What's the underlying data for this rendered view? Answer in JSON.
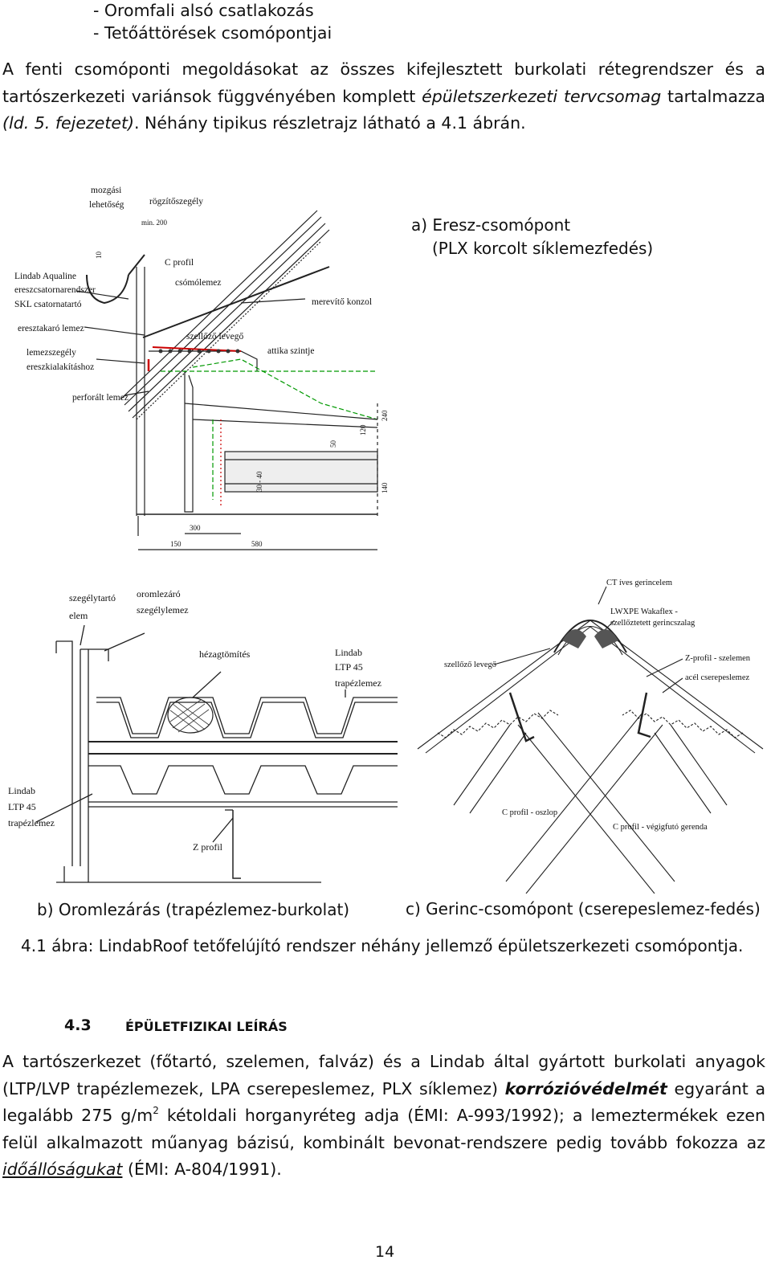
{
  "bullets": [
    "- Oromfali alsó csatlakozás",
    "- Tetőáttörések csomópontjai"
  ],
  "intro": {
    "line1": "A fenti csomóponti megoldásokat az összes kifejlesztett burkolati rétegrendszer és a",
    "line2_a": "tartószerkezeti variánsok függvényében komplett ",
    "line2_em": "épületszerkezeti tervcsomag",
    "line2_b": " tartalmazza",
    "line3_em": "(ld. 5. fejezetet)",
    "line3_b": ". Néhány tipikus részletrajz látható a 4.1 ábrán."
  },
  "figure": {
    "a_title": "a) Eresz-csomópont",
    "a_sub": "(PLX korcolt síklemezfedés)",
    "b_caption": "b) Oromlezárás (trapézlemez-burkolat)",
    "c_caption": "c) Gerinc-csomópont (cserepeslemez-fedés)",
    "caption": "4.1 ábra: LindabRoof tetőfelújító rendszer néhány jellemző épületszerkezeti csomópontja.",
    "a_labels": {
      "mozgasi1": "mozgási",
      "mozgasi2": "lehetőség",
      "rogzito": "rögzítőszegély",
      "min": "min. 200",
      "lindab1": "Lindab Aqualine",
      "lindab2": "ereszcsatornarendszer",
      "lindab3": "SKL csatornatartó",
      "cprofil": "C profil",
      "csomolemez": "csómólemez",
      "merevito": "merevítő konzol",
      "eresztakaro": "eresztakaró lemez",
      "szellozo": "szellőző levegő",
      "attika": "attika szintje",
      "lemezszegely1": "lemezszegély",
      "lemezszegely2": "ereszkialakításhoz",
      "perforalt": "perforált lemez",
      "d10": "10",
      "d50": "50",
      "d120": "120",
      "d240": "240",
      "d140": "140",
      "d3040": "30 - 40",
      "d300": "300",
      "d150": "150",
      "d580": "580"
    },
    "b_labels": {
      "szegelytarto1": "szegélytartó",
      "szegelytarto2": "elem",
      "oromlezaro1": "oromlezáró",
      "oromlezaro2": "szegélylemez",
      "hezag": "hézagtömítés",
      "ltp_a1": "Lindab",
      "ltp_a2": "LTP 45",
      "ltp_a3": "trapézlemez",
      "ltp_b1": "Lindab",
      "ltp_b2": "LTP 45",
      "ltp_b3": "trapézlemez",
      "zprofil": "Z profil"
    },
    "c_labels": {
      "ct": "CT íves gerincelem",
      "lwxpe1": "LWXPE Wakaflex -",
      "lwxpe2": "szellőztetett gerincszalag",
      "szellozo": "szellőző levegő",
      "zprofil": "Z-profil - szelemen",
      "acel": "acél cserepeslemez",
      "oszlop": "C profil - oszlop",
      "gerenda": "C profil - végigfutó gerenda"
    }
  },
  "section": {
    "number": "4.3",
    "title": "ÉPÜLETFIZIKAI LEÍRÁS"
  },
  "body": {
    "l1": "A tartószerkezet (főtartó, szelemen, falváz) és a Lindab által gyártott burkolati anyagok",
    "l2_a": "(LTP/LVP trapézlemezek, LPA cserepeslemez, PLX síklemez) ",
    "l2_em": "korrózióvédelmét",
    "l2_b": " egyaránt a",
    "l3_a": "legalább 275 g/m",
    "l3_sup": "2",
    "l3_b": " kétoldali horganyréteg adja (ÉMI: A-993/1992); a lemeztermékek ezen",
    "l4": "felül alkalmazott műanyag bázisú, kombinált bevonat-rendszere pedig tovább fokozza az",
    "l5_em": "időállóságukat",
    "l5_b": " (ÉMI: A-804/1991)."
  },
  "page_number": "14"
}
